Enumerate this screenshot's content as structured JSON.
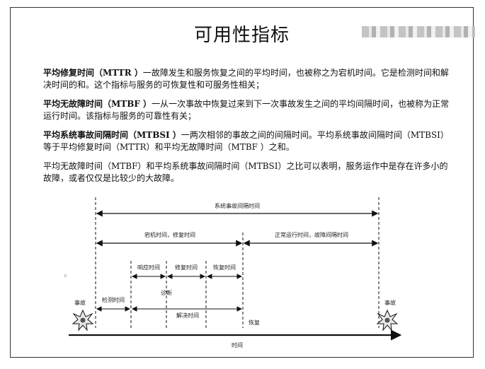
{
  "title": "可用性指标",
  "paragraphs": [
    {
      "term": "平均修复时间（MTTR ）",
      "text": "一故障发生和服务恢复之间的平均时间，也被称之为宕机时间。它是检测时间和解决时间的和。这个指标与服务的可恢复性和可服务性相关；"
    },
    {
      "term": "平均无故障时间（MTBF ）",
      "text": "一从一次事故中恢复过来到下一次事故发生之间的平均间隔时间，也被称为正常运行时间。该指标与服务的可靠性有关；"
    },
    {
      "term": "平均系统事故间隔时间（MTBSI ）",
      "text": "一两次相邻的事故之间的间隔时间。平均系统事故间隔时间（MTBSI）等于平均修复时间（MTTR）和平均无故障时间（MTBF ）之和。"
    },
    {
      "term": "",
      "text": "平均无故障时间（MTBF）和平均系统事故间隔时间（MTBSI）之比可以表明，服务运作中是存在许多小的故障，或者仅仅是比较少的大故障。"
    }
  ],
  "bullet": "◦",
  "diagram": {
    "system_interval": "系统事故间隔时间",
    "downtime": "宕机时间，修复时间",
    "uptime": "正常运行时间，故障间隔时间",
    "response": "响应时间",
    "repair": "修复时间",
    "restore": "恢复时间",
    "diagnosis": "诊断",
    "detection": "检测时间",
    "resolution": "解决时间",
    "recovery": "恢复",
    "incident_left": "事故",
    "incident_right": "事故",
    "time_axis": "时间"
  }
}
